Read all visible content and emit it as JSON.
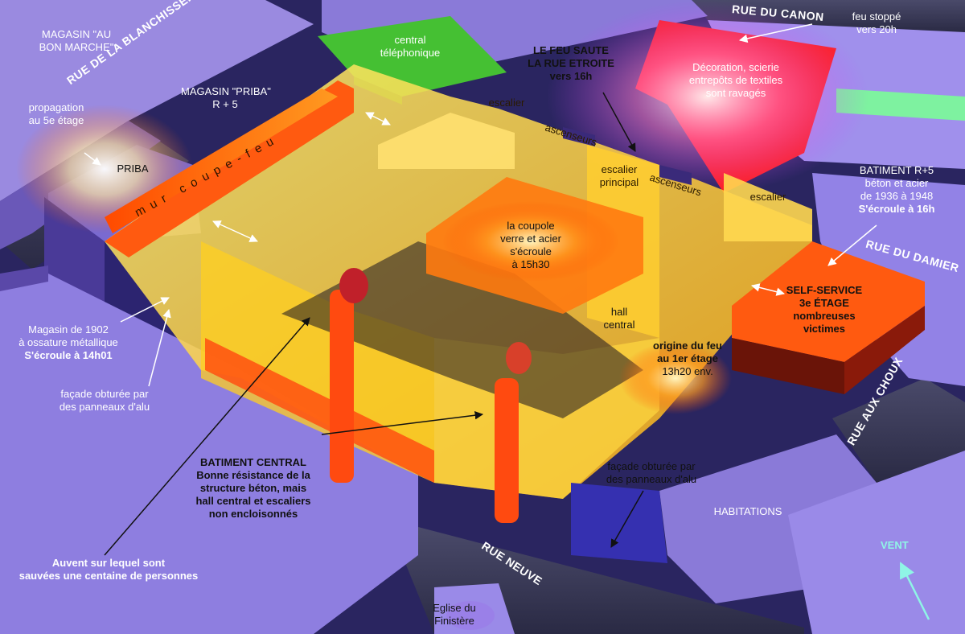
{
  "streets": {
    "blanchisserie": "RUE DE LA BLANCHISSERIE",
    "canon": "RUE DU CANON",
    "damier": "RUE DU DAMIER",
    "choux": "RUE AUX CHOUX",
    "neuve": "RUE NEUVE"
  },
  "labels": {
    "bon_marche": [
      "MAGASIN \"AU",
      "BON MARCHE\""
    ],
    "central_tel": [
      "central",
      "téléphonique"
    ],
    "priba_magasin": [
      "MAGASIN \"PRIBA\"",
      "R + 5"
    ],
    "propagation": [
      "propagation",
      "au 5e étage"
    ],
    "priba": "PRIBA",
    "mur_coupe_feu": "mur coupe-feu",
    "escalier_top": "escalier",
    "ascenseurs_left": "ascenseurs",
    "ascenseurs_right": "ascenseurs",
    "escalier_principal": [
      "escalier",
      "principal"
    ],
    "escalier_right": "escalier",
    "feu_saute": [
      "LE FEU SAUTE",
      "LA RUE ETROITE",
      "vers 16h"
    ],
    "feu_stoppe": [
      "feu stoppé",
      "vers 20h"
    ],
    "decoration": [
      "Décoration, scierie",
      "entrepôts de textiles",
      "sont ravagés"
    ],
    "batiment_r5": [
      "BATIMENT R+5",
      "béton et acier",
      "de 1936 à 1948",
      "S'écroule à  16h"
    ],
    "coupole": [
      "la coupole",
      "verre et acier",
      "s'écroule",
      "à 15h30"
    ],
    "hall_central": [
      "hall",
      "central"
    ],
    "self_service": [
      "SELF-SERVICE",
      "3e ÉTAGE",
      "nombreuses",
      "victimes"
    ],
    "origine": [
      "origine du feu",
      "au 1er étage",
      "13h20 env."
    ],
    "magasin_1902": [
      "Magasin de 1902",
      "à ossature métallique",
      "S'écroule à 14h01"
    ],
    "facade_left": [
      "façade obturée par",
      "des panneaux d'alu"
    ],
    "batiment_central": [
      "BATIMENT CENTRAL",
      "Bonne résistance de la",
      "structure béton, mais",
      "hall central et escaliers",
      "non encloisonnés"
    ],
    "facade_right": [
      "façade obturée par",
      "des panneaux d'alu"
    ],
    "habitations": "HABITATIONS",
    "auvent": [
      "Auvent sur lequel sont",
      "sauvées une centaine de personnes"
    ],
    "eglise": [
      "Eglise du",
      "Finistère"
    ],
    "vent": "VENT"
  },
  "colors": {
    "ground": "#2a2560",
    "building": "#8a78d8",
    "fire_orange": "#ff6a10",
    "fire_yellow": "#ffd21a",
    "fire_red": "#ff1f1f",
    "telephone_green": "#3fb42c",
    "wind_arrow": "#8ff5e6"
  }
}
